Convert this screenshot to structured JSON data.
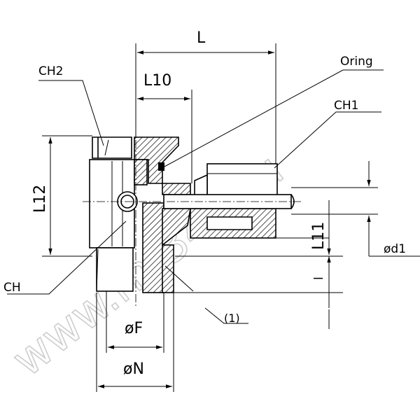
{
  "labels": {
    "L": "L",
    "L10": "L10",
    "L12": "L12",
    "L11": "L11",
    "CH2": "CH2",
    "CH1": "CH1",
    "CH": "CH",
    "Oring": "Oring",
    "d1": "ød1",
    "F": "øF",
    "N": "øN",
    "l": "l",
    "note1": "(1)"
  },
  "watermark": "www.rm346.ru"
}
